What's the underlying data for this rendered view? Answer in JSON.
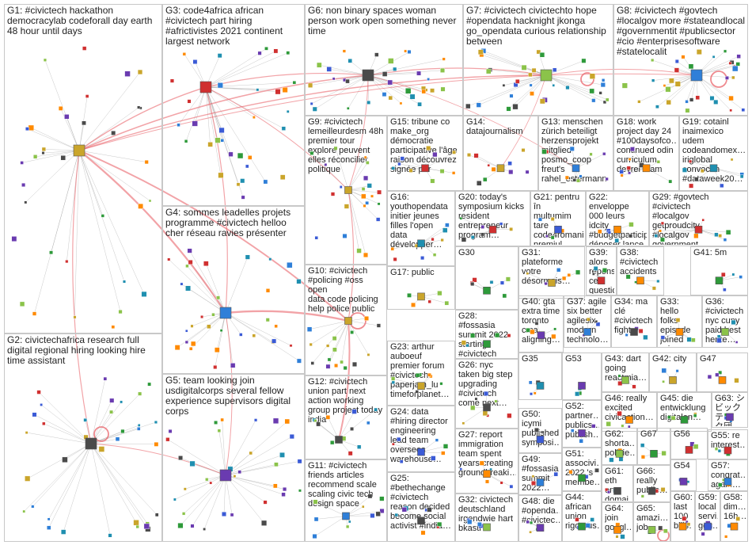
{
  "title": "",
  "colors": {
    "border": "#c8c8c8",
    "edge_inter": "#e8585f",
    "edge_intra": "#9a9a9a",
    "node_palette": [
      "#3b5bd6",
      "#2e9a3a",
      "#d03030",
      "#6a3bb0",
      "#1f8fb0",
      "#caa52b",
      "#ff8a00",
      "#4a4a4a",
      "#2f7fd8",
      "#8bc34a"
    ]
  },
  "groups": [
    {
      "id": "g1",
      "text": "G1: #civictech hackathon\ndemocracylab codeforall day earth\n48 hour until days"
    },
    {
      "id": "g2",
      "text": "G2: civictechafrica research full\ndigital regional hiring looking hire\ntime assistant"
    },
    {
      "id": "g3",
      "text": "G3: code4africa african\n#civictech part hiring\n#africtivistes 2021 continent\nlargest network"
    },
    {
      "id": "g4",
      "text": "G4: sommes leadelles projets\nprogramme #civictech helloo\ncher réseau ravies présenter"
    },
    {
      "id": "g5",
      "text": "G5: team looking join\nusdigitalcorps several fellow\nexperience supervisors digital\ncorps"
    },
    {
      "id": "g6",
      "text": "G6: non binary spaces woman\nperson work open something never\ntime"
    },
    {
      "id": "g7",
      "text": "G7: #civictech civictechto hope\n#opendata hacknight jkonga\ngo_opendata curious relationship\nbetween"
    },
    {
      "id": "g8",
      "text": "G8: #civictech #govtech\n#localgov more #stateandlocal\n#governmentit #publicsector\n#cio #enterprisesoftware\n#statelocalit"
    },
    {
      "id": "g9",
      "text": "G9: #civictech\nlemeilleurdesm 48h\npremier tour\nexplore peuvent\nelles réconcilier\npolitique"
    },
    {
      "id": "g10",
      "text": "G10: #civictech\n#policing #oss open\ndata code policing\nhelp police public"
    },
    {
      "id": "g11",
      "text": "G11: #civictech\nfriends articles\nrecommend scale\nscaling civic tech\ndesign space"
    },
    {
      "id": "g12",
      "text": "G12: #civictech\nunion part next\naction working\ngroup project today\nindia"
    },
    {
      "id": "g13",
      "text": "G13: menschen\nzürich beteiligt\nherzensprojekt\nmitglied\nposmo_coop\nfreut's\nrahel_estermann"
    },
    {
      "id": "g14",
      "text": "G14:\ndatajournalism"
    },
    {
      "id": "g15",
      "text": "G15: tribune co\nmake_org\ndémocratie\nparticipative l'âge\nraison découvrez\nsignée par"
    },
    {
      "id": "g16",
      "text": "G16:\nyouthopendata\ninitier jeunes\nfilles l'open\ndata\ndévelopper…"
    },
    {
      "id": "g17",
      "text": "G17: public"
    },
    {
      "id": "g18",
      "text": "G18: work\nproject day 24\n#100daysofco…\ncontinued odin\ncurriculum\ndevrel team"
    },
    {
      "id": "g19",
      "text": "G19: cotainl\ninaimexico\nudem\ncodeandomex…\niriglobal\nconvocan\n#dataweek20…"
    },
    {
      "id": "g20",
      "text": "G20: today's\nsymposium kicks\nresident\nentrepreneur\nprogram…"
    },
    {
      "id": "g21",
      "text": "G21: pentru în\nmultumim tare\ncode4romania\npremiul\n#civictech…"
    },
    {
      "id": "g22",
      "text": "G22: enveloppe\n000 leurs idcity\n#budgetparticip…\ndéposer lance\nhabitant ville…"
    },
    {
      "id": "g23",
      "text": "G23: arthur\nauboeuf\npremier forum\n#civictech\npaperjam_lu\ntimeforplanet…"
    },
    {
      "id": "g24",
      "text": "G24: data\n#hiring director\nengineering\nlead team\noversees\nwarehouse…"
    },
    {
      "id": "g25",
      "text": "G25:\n#bethechange\n#civictech\nreason decided\nbecome social\nactivist #india…"
    },
    {
      "id": "g26",
      "text": "G26: nyc\ntaken big step\nupgrading\n#civictech\ncome next…"
    },
    {
      "id": "g27",
      "text": "G27: report\nimmigration\nteam spent\nyears creating\ngroundbreaki…"
    },
    {
      "id": "g28",
      "text": "G28:\n#fossasia\nsummit 2022\nstarting\n#civictech lab…"
    },
    {
      "id": "g29",
      "text": "G29: #govtech\n#civictech\n#localgov\ngetproudcity\n#localgov\ngovernment…"
    },
    {
      "id": "g30",
      "text": "G30"
    },
    {
      "id": "g31",
      "text": "G31:\nplateforme\nvotre\ndésormais…"
    },
    {
      "id": "g32",
      "text": "G32: civictech\ndeutschland\nirgendwie hart\nbkastl"
    },
    {
      "id": "g33",
      "text": "G33: hello\nfolks\nepisode\njoined\nadampro…"
    },
    {
      "id": "g34",
      "text": "G34: ma\nclé\n#civictech\nfight"
    },
    {
      "id": "g35",
      "text": "G35"
    },
    {
      "id": "g36",
      "text": "G36:\n#civictech\nnyc cuny\npaid best\nhente…"
    },
    {
      "id": "g37",
      "text": "G37: agile\nsix better\nagilesix\nmodern\ntechnolo…"
    },
    {
      "id": "g38",
      "text": "G38:\n#civictech\naccidents"
    },
    {
      "id": "g39",
      "text": "G39: alors\nréponse ces\nquestions\noui…"
    },
    {
      "id": "g40",
      "text": "G40: gta\nextra time\ntoronto\ncma\naligning…"
    },
    {
      "id": "g41",
      "text": "G41: 5m"
    },
    {
      "id": "g42",
      "text": "G42: city"
    },
    {
      "id": "g43",
      "text": "G43: dart\ngoing\nreactmia…"
    },
    {
      "id": "g44",
      "text": "G44:\nafrican\nunion\nrigorous…"
    },
    {
      "id": "g45",
      "text": "G45: die\nentwicklung\ndigitalen…"
    },
    {
      "id": "g46",
      "text": "G46: really\nexcited\ncivicaction…"
    },
    {
      "id": "g47",
      "text": "G47"
    },
    {
      "id": "g48",
      "text": "G48: die\n#openda…\n#civictec…"
    },
    {
      "id": "g49",
      "text": "G49:\n#fossasia\nsummit\n2022…"
    },
    {
      "id": "g50",
      "text": "G50:\nicymi\npublished\nsymposi…"
    },
    {
      "id": "g51",
      "text": "G51:\nassocivi…\n2022 's\nmembe…"
    },
    {
      "id": "g52",
      "text": "G52:\npartner…\npublics…\npublish…"
    },
    {
      "id": "g53",
      "text": "G53"
    },
    {
      "id": "g54",
      "text": "G54"
    },
    {
      "id": "g55",
      "text": "G55: re\ninterest…"
    },
    {
      "id": "g56",
      "text": "G56"
    },
    {
      "id": "g57",
      "text": "G57:\ncongrat…\nagain…"
    },
    {
      "id": "g58",
      "text": "G58:\ndim…\n16h…"
    },
    {
      "id": "g59",
      "text": "G59:\nlocal\nservi…\ngov…"
    },
    {
      "id": "g60",
      "text": "G60:\nlast\n100\nbills…"
    },
    {
      "id": "g61",
      "text": "G61:\neth ens\ndomai…"
    },
    {
      "id": "g62",
      "text": "G62:\nshorta…\npolicie…"
    },
    {
      "id": "g63",
      "text": "G63: シ\nビックテッ\nク団体…"
    },
    {
      "id": "g64",
      "text": "G64:\njoin\ngoogl…"
    },
    {
      "id": "g65",
      "text": "G65:\namazi…\njob…"
    },
    {
      "id": "g66",
      "text": "G66:\nreally\npublic…"
    },
    {
      "id": "g67",
      "text": "G67"
    }
  ]
}
